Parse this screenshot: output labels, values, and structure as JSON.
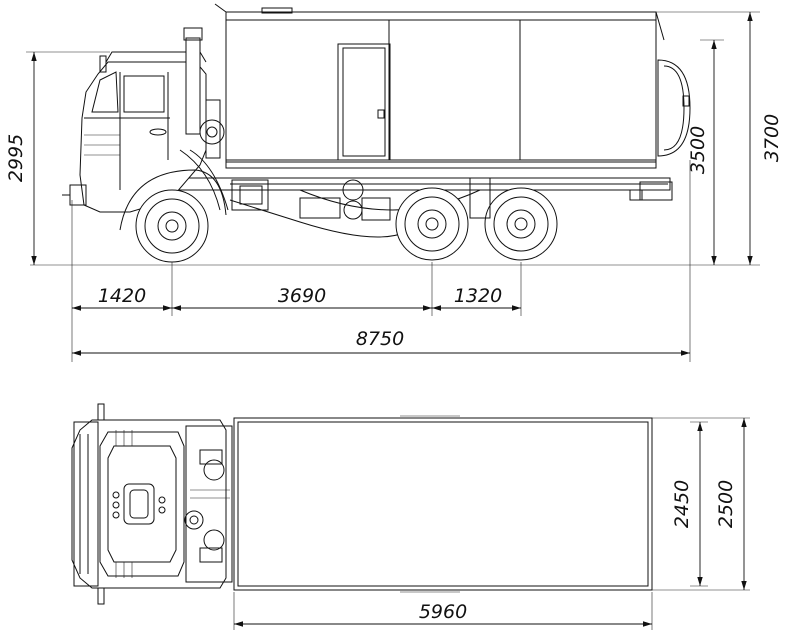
{
  "dimensions": {
    "front_overhang": "1420",
    "wheelbase": "3690",
    "bogie_spacing": "1320",
    "overall_length": "8750",
    "body_length": "5960",
    "height_cab": "2995",
    "height_body": "3500",
    "height_overall": "3700",
    "body_width_inner": "2450",
    "body_width_outer": "2500"
  }
}
